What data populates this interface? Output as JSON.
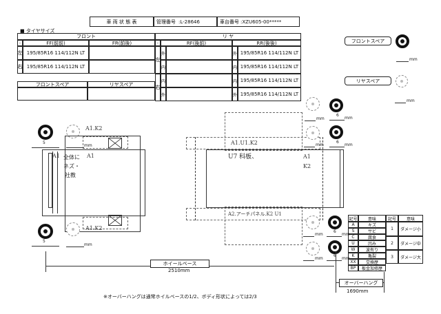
{
  "header": {
    "title": "車 両 状 態 表",
    "mgmt_label": "管理番号",
    "mgmt_value": ":L-28646",
    "chassis_label": "車台番号",
    "chassis_value": ":XZU605-00*****"
  },
  "tire_section": {
    "title": "■ タイヤサイズ",
    "front_label": "フロント",
    "rear_label": "リ ヤ",
    "ff_label": "FF(前前)",
    "fr_label": "FR(前後)",
    "rf_label": "RF(後前)",
    "rr_label": "RR(後後)",
    "dash": "-",
    "left": "左",
    "right": "右",
    "outer": "外",
    "inner": "内",
    "ff_left": "195/85R16 114/112N LT",
    "ff_right": "195/85R16 114/112N LT",
    "rr_rows": [
      "195/85R16 114/112N LT",
      "195/85R16 114/112N LT",
      "195/85R16 114/112N LT",
      "195/85R16 114/112N LT"
    ],
    "front_spare": "フロントスペア",
    "rear_spare": "リヤスペア"
  },
  "spare_panel": {
    "front_spare": "フロントスペア",
    "rear_spare": "リヤスペア",
    "unit": "mm"
  },
  "diagram": {
    "unit": "mm",
    "front_left_depth": "5",
    "front_right_depth": "5",
    "rear_depth_1": "6",
    "rear_depth_2": "6",
    "rear_depth_3": "6",
    "rear_depth_4": "6",
    "cab_note_top": "A1.K2",
    "cab_note_bottom": "A1.K2",
    "cab_note_side_a": "A1",
    "cab_note_side_1": "全体に",
    "cab_note_side_2": "ネズ・",
    "cab_note_side_3": "社教",
    "cab_note_side_4": "A1",
    "bed_note_top": "A1.U1.K2",
    "bed_note_mid": "U7 科板、",
    "bed_note_side": "A1",
    "bed_note_side2": "K2",
    "bed_note_bottom": "A2.アーチパネル.K2 U1",
    "wheelbase_label": "ホイールベース",
    "wheelbase_value": "2510mm",
    "overhang_label": "オーバーハング",
    "overhang_value": "1690mm",
    "footnote": "※オーバーハングは通常ホイルベースの1/2、ボディ形状によっては2/3"
  },
  "legend": {
    "h_code": "記号",
    "h_item": "意味",
    "rows": [
      [
        "A",
        "キズ"
      ],
      [
        "S",
        "サビ"
      ],
      [
        "C",
        "腐食"
      ],
      [
        "U",
        "凹み"
      ],
      [
        "W",
        "波有り"
      ],
      [
        "K",
        "亀裂"
      ],
      [
        "XX",
        "交換歴"
      ],
      [
        "BP",
        "板金加修歴"
      ]
    ],
    "damage": [
      [
        "1",
        "ダメージ小"
      ],
      [
        "2",
        "ダメージ中"
      ],
      [
        "3",
        "ダメージ大"
      ]
    ]
  }
}
